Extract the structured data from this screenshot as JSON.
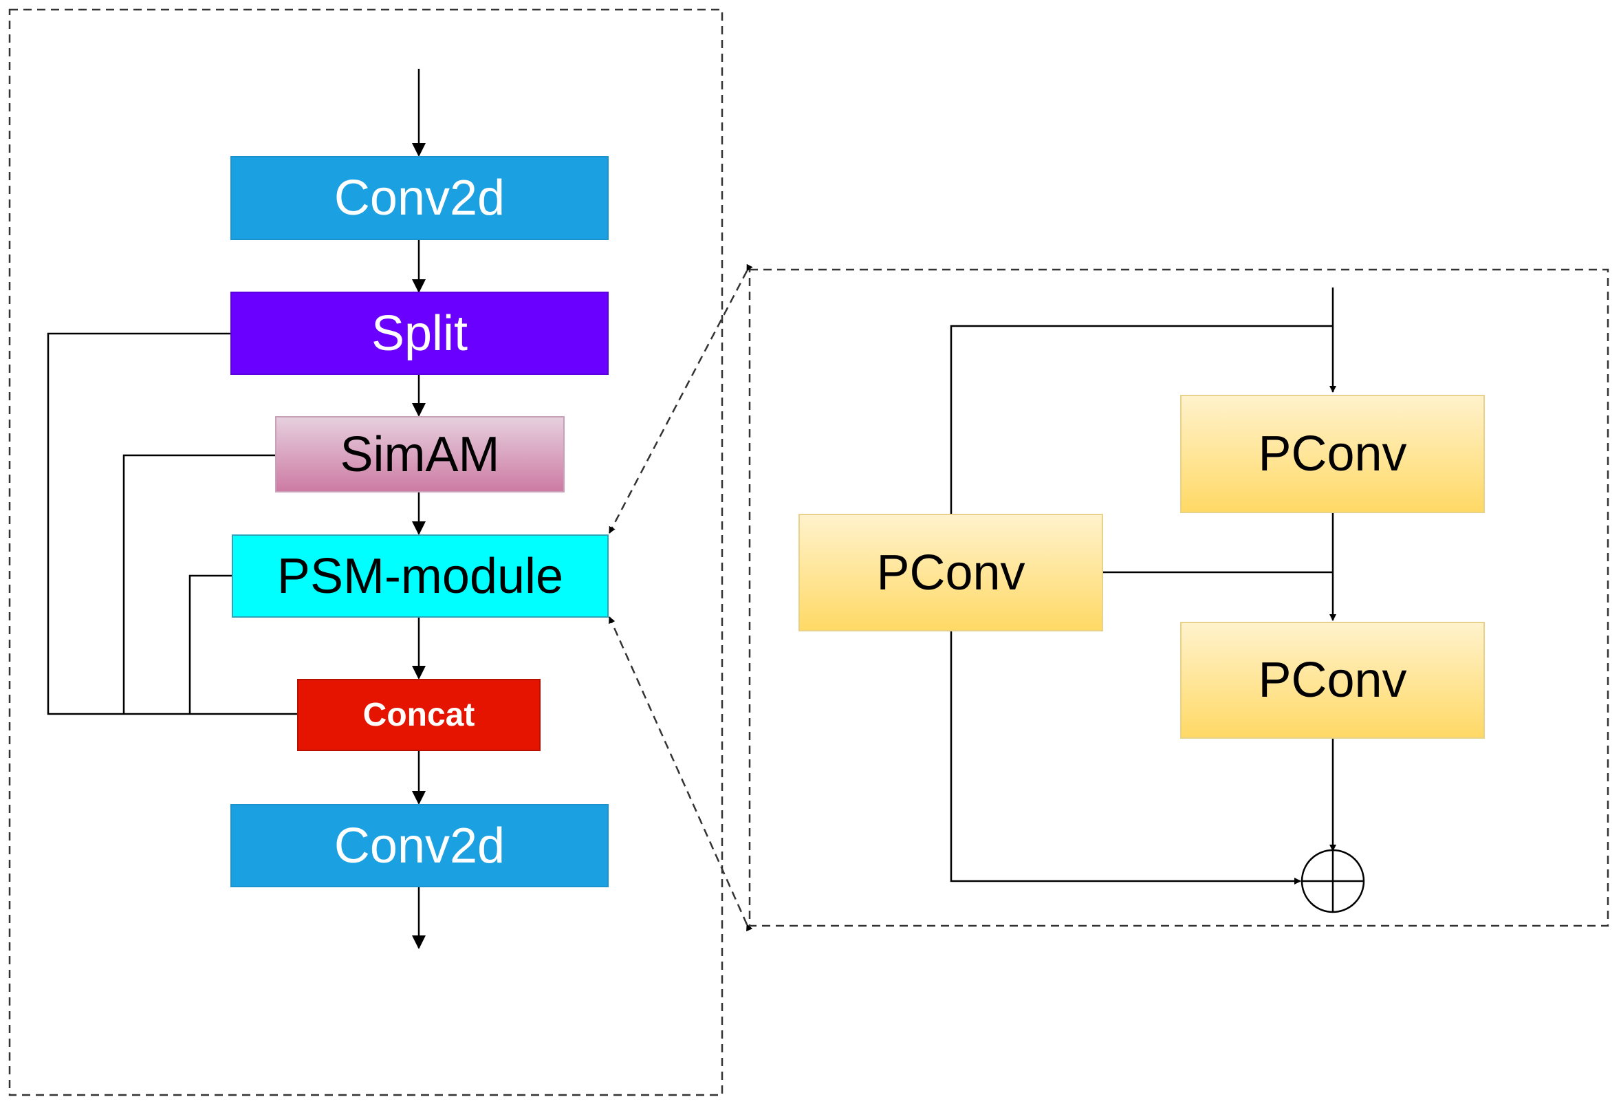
{
  "left_block": {
    "conv_top": "Conv2d",
    "split": "Split",
    "simam": "SimAM",
    "psm": "PSM-module",
    "concat": "Concat",
    "conv_bottom": "Conv2d"
  },
  "right_block": {
    "pconv_left": "PConv",
    "pconv_top": "PConv",
    "pconv_bottom": "PConv"
  },
  "colors": {
    "conv": "#1ba1e2",
    "split": "#6a00ff",
    "simam": "#cd7ba3",
    "psm": "#00ffff",
    "concat": "#e51400",
    "pconv": "#ffd966"
  }
}
